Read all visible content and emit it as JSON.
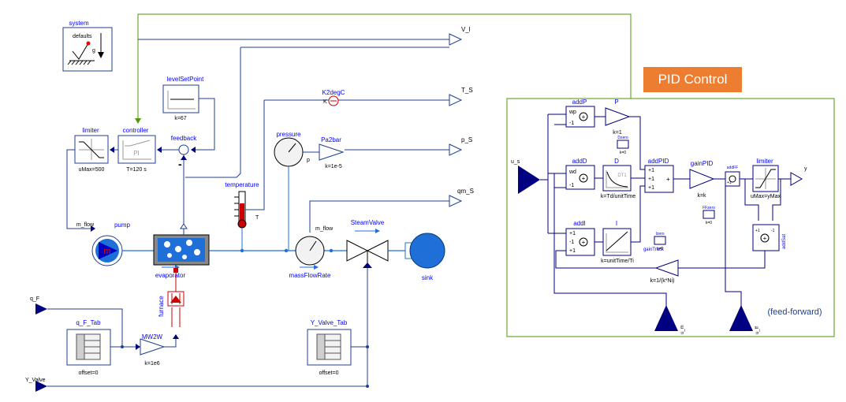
{
  "main_diagram": {
    "system": {
      "title": "system",
      "defaults": "defaults",
      "g": "g"
    },
    "outputs": {
      "V_l": "V_l",
      "T_S": "T_S",
      "p_S": "p_S",
      "qm_S": "qm_S"
    },
    "inputs": {
      "q_F": "q_F",
      "Y_Valve": "Y_Valve"
    },
    "levelSetPoint": {
      "name": "levelSetPoint",
      "param": "k=67"
    },
    "limiter": {
      "name": "limiter",
      "param": "uMax=500"
    },
    "controller": {
      "name": "controller",
      "param": "T=120 s",
      "inner": "PI"
    },
    "feedback": {
      "name": "feedback",
      "minus": "-"
    },
    "pump": {
      "name": "pump",
      "port": "m_flow",
      "glyph": "m"
    },
    "evaporator": {
      "name": "evaporator"
    },
    "temperature": {
      "name": "temperature",
      "port": "T"
    },
    "K2degC": {
      "name": "K2degC",
      "sub": "K"
    },
    "pressure": {
      "name": "pressure",
      "port": "p"
    },
    "Pa2bar": {
      "name": "Pa2bar",
      "param": "k=1e-5"
    },
    "massFlowRate": {
      "name": "massFlowRate",
      "port": "m_flow"
    },
    "steamValve": {
      "name": "SteamValve"
    },
    "sink": {
      "name": "sink"
    },
    "furnace": {
      "name": "furnace"
    },
    "MW2W": {
      "name": "MW2W",
      "param": "k=1e6"
    },
    "q_F_Tab": {
      "name": "q_F_Tab",
      "param": "offset=0"
    },
    "Y_Valve_Tab": {
      "name": "Y_Valve_Tab",
      "param": "offset=0"
    }
  },
  "pid_panel": {
    "title": "PID Control",
    "note": "(feed-forward)",
    "inputs": {
      "u_s": "u_s",
      "u_m": "u_m",
      "u_ff": "u_ff"
    },
    "output": "y",
    "blocks": {
      "addP": {
        "name": "addP",
        "w1": "wp",
        "w2": "-1"
      },
      "P": {
        "name": "P",
        "param": "k=1"
      },
      "addD": {
        "name": "addD",
        "w1": "wd",
        "w2": "-1"
      },
      "D": {
        "name": "D",
        "param": "k=Td/unitTime",
        "inner": "DT1"
      },
      "Dzero": {
        "name": "Dzero",
        "param": "k=0"
      },
      "addI": {
        "name": "addI",
        "w1": "+1",
        "w2": "-1",
        "w3": "+1"
      },
      "I": {
        "name": "I",
        "param": "k=unitTime/Ti"
      },
      "Izero": {
        "name": "Izero",
        "param": "k=0"
      },
      "addPID": {
        "name": "addPID",
        "w1": "+1",
        "w2": "+1",
        "w3": "+1"
      },
      "gainPID": {
        "name": "gainPID",
        "param": "k=k"
      },
      "addFF": {
        "name": "addFF",
        "w": "+1"
      },
      "FFzero": {
        "name": "FFzero",
        "param": "k=0"
      },
      "limiter": {
        "name": "limiter",
        "param": "uMax=yMax"
      },
      "addSat": {
        "name": "addSat",
        "w1": "+1",
        "w2": "-1"
      },
      "gainTrack": {
        "name": "gainTrack",
        "param": "k=1/(k*Ni)"
      }
    }
  },
  "colors": {
    "wire": "#1f3f8f",
    "block": "#000080",
    "label": "#0000ff",
    "green": "#4e9a06",
    "accent": "#ed7d31",
    "fluid": "#1e6fd8"
  }
}
